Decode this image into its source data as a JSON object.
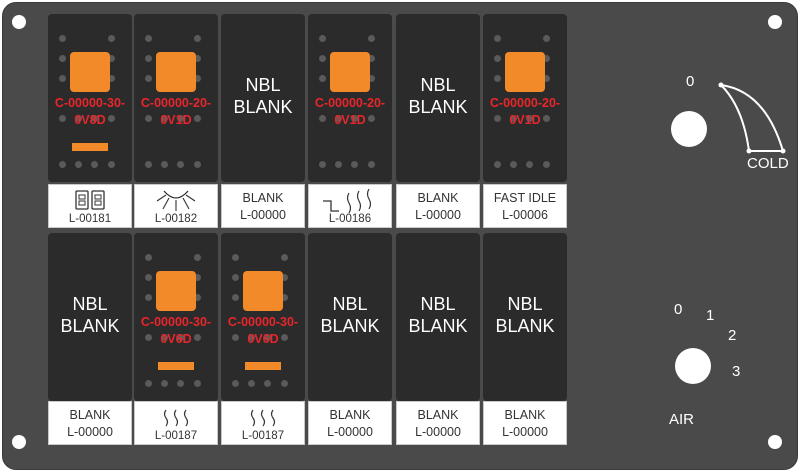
{
  "switches_top": [
    {
      "type": "lamp",
      "code": "C-00000-30-\n0V8D",
      "bar": true
    },
    {
      "type": "lamp",
      "code": "C-00000-20-\n0V1D",
      "bar": false
    },
    {
      "type": "nbl",
      "text": "NBL\nBLANK"
    },
    {
      "type": "lamp",
      "code": "C-00000-20-\n0V1D",
      "bar": false
    },
    {
      "type": "nbl",
      "text": "NBL\nBLANK"
    },
    {
      "type": "lamp",
      "code": "C-00000-20-\n0V1D",
      "bar": false
    }
  ],
  "switches_bottom": [
    {
      "type": "nbl",
      "text": "NBL\nBLANK"
    },
    {
      "type": "lamp",
      "code": "C-00000-30-\n0V6D",
      "bar": true
    },
    {
      "type": "lamp",
      "code": "C-00000-30-\n0V6D",
      "bar": true
    },
    {
      "type": "nbl",
      "text": "NBL\nBLANK"
    },
    {
      "type": "nbl",
      "text": "NBL\nBLANK"
    },
    {
      "type": "nbl",
      "text": "NBL\nBLANK"
    }
  ],
  "labels_top": [
    {
      "icon": "hazard-icon",
      "text": "",
      "part": "L-00181"
    },
    {
      "icon": "dome-light-icon",
      "text": "",
      "part": "L-00182"
    },
    {
      "icon": "",
      "text": "BLANK",
      "part": "L-00000"
    },
    {
      "icon": "step-heat-icon",
      "text": "",
      "part": "L-00186"
    },
    {
      "icon": "",
      "text": "BLANK",
      "part": "L-00000"
    },
    {
      "icon": "",
      "text": "FAST IDLE",
      "part": "L-00006"
    }
  ],
  "labels_bottom": [
    {
      "icon": "",
      "text": "BLANK",
      "part": "L-00000"
    },
    {
      "icon": "heat-icon",
      "text": "",
      "part": "L-00187"
    },
    {
      "icon": "heat-icon",
      "text": "",
      "part": "L-00187"
    },
    {
      "icon": "",
      "text": "BLANK",
      "part": "L-00000"
    },
    {
      "icon": "",
      "text": "BLANK",
      "part": "L-00000"
    },
    {
      "icon": "",
      "text": "BLANK",
      "part": "L-00000"
    }
  ],
  "temp_knob": {
    "zero": "0",
    "cold": "COLD"
  },
  "air_knob": {
    "positions": [
      "0",
      "1",
      "2",
      "3"
    ],
    "label": "AIR"
  },
  "colors": {
    "panel": "#4a4a4a",
    "switch": "#2b2b2b",
    "lamp": "#f28a2a",
    "code": "#e8262b"
  }
}
